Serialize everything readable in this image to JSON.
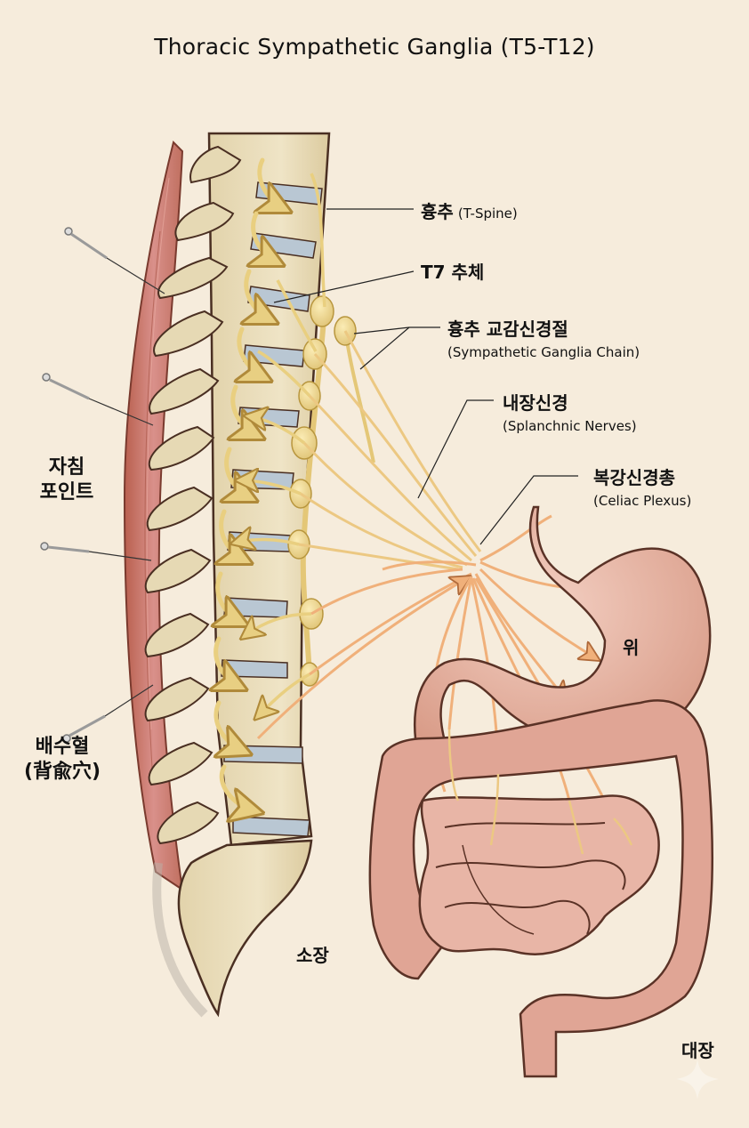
{
  "title": "Thoracic Sympathetic Ganglia (T5-T12)",
  "labels": {
    "t_spine": {
      "ko": "흉추",
      "en": "(T-Spine)"
    },
    "t7_body": {
      "ko": "T7 추체"
    },
    "ganglia_chain": {
      "ko": "흉추 교감신경절",
      "en": "(Sympathetic Ganglia Chain)"
    },
    "splanchnic": {
      "ko": "내장신경",
      "en": "(Splanchnic Nerves)"
    },
    "celiac": {
      "ko": "복강신경총",
      "en": "(Celiac Plexus)"
    },
    "acupuncture_points": {
      "line1": "자침",
      "line2": "포인트"
    },
    "back_shu": {
      "line1": "배수혈",
      "line2": "(背兪穴)"
    },
    "stomach": "위",
    "small_intestine": "소장",
    "large_intestine": "대장"
  },
  "colors": {
    "background": "#f6ecdc",
    "bone": "#ece0bf",
    "bone_outline": "#4a2f22",
    "disc": "#b9c7d3",
    "nerve_yellow": "#efd890",
    "nerve_orange": "#f0b07a",
    "muscle": "#c9766a",
    "organ": "#e4b1a0",
    "organ_outline": "#5a3226"
  },
  "needles": {
    "count": 4
  },
  "vertebrae": {
    "count": 12
  },
  "ganglia": {
    "count": 9
  }
}
